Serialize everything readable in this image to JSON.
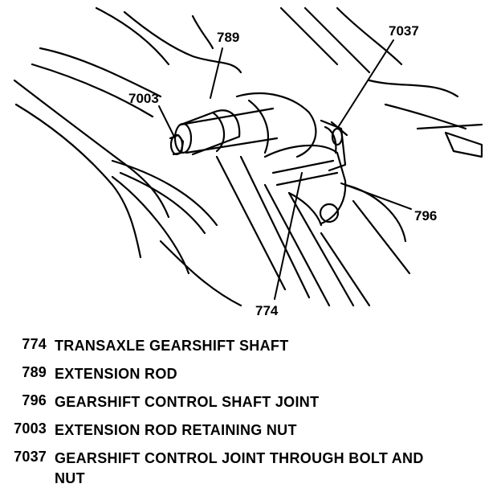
{
  "callouts": {
    "c789": "789",
    "c7037": "7037",
    "c7003": "7003",
    "c796": "796",
    "c774": "774"
  },
  "legend": [
    {
      "number": "774",
      "description": "TRANSAXLE GEARSHIFT SHAFT"
    },
    {
      "number": "789",
      "description": "EXTENSION ROD"
    },
    {
      "number": "796",
      "description": "GEARSHIFT CONTROL SHAFT JOINT"
    },
    {
      "number": "7003",
      "description": "EXTENSION ROD RETAINING NUT"
    },
    {
      "number": "7037",
      "description": "GEARSHIFT CONTROL JOINT THROUGH BOLT AND NUT"
    }
  ]
}
